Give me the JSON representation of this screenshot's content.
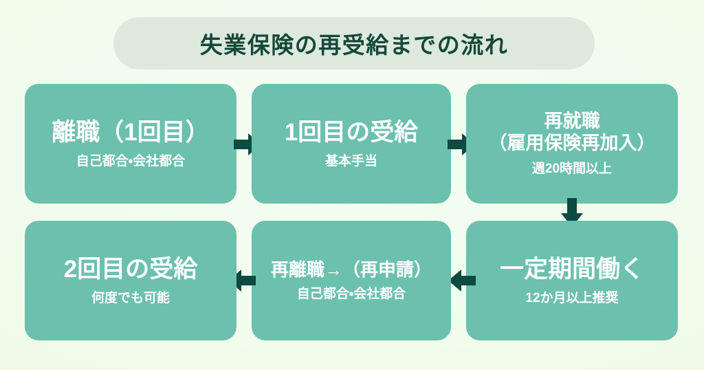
{
  "title": {
    "text": "失業保険の再受給までの流れ"
  },
  "colors": {
    "background": "#f1fbea",
    "banner": "#dde9dd",
    "title_text": "#15483a",
    "box_fill": "#6bc0ae",
    "box_text": "#ffffff",
    "arrow": "#0d4a42"
  },
  "flow": {
    "steps": [
      {
        "id": "step-1",
        "title": "離職（1回目）",
        "title_lines": [
          "離職（1回目）"
        ],
        "subtitle": "自己都合・会社都合"
      },
      {
        "id": "step-2",
        "title": "1回目の受給",
        "title_lines": [
          "1回目の受給"
        ],
        "subtitle": "基本手当"
      },
      {
        "id": "step-3",
        "title": "再就職（雇用保険再加入）",
        "title_lines": [
          "再就職",
          "（雇用保険再加入）"
        ],
        "subtitle": "週20時間以上"
      },
      {
        "id": "step-4",
        "title": "一定期間働く",
        "title_lines": [
          "一定期間働く"
        ],
        "subtitle": "12か月以上推奨"
      },
      {
        "id": "step-5",
        "title": "再離職→（再申請）",
        "title_lines": [
          "再離職→（再申請）"
        ],
        "subtitle": "自己都合・会社都合"
      },
      {
        "id": "step-6",
        "title": "2回目の受給",
        "title_lines": [
          "2回目の受給"
        ],
        "subtitle": "何度でも可能"
      }
    ],
    "connectors": [
      {
        "id": "connector-1",
        "from": "step-1",
        "to": "step-2",
        "direction": "right"
      },
      {
        "id": "connector-2",
        "from": "step-2",
        "to": "step-3",
        "direction": "right"
      },
      {
        "id": "connector-3",
        "from": "step-3",
        "to": "step-4",
        "direction": "down"
      },
      {
        "id": "connector-4",
        "from": "step-4",
        "to": "step-5",
        "direction": "left"
      },
      {
        "id": "connector-5",
        "from": "step-5",
        "to": "step-6",
        "direction": "left"
      }
    ]
  }
}
